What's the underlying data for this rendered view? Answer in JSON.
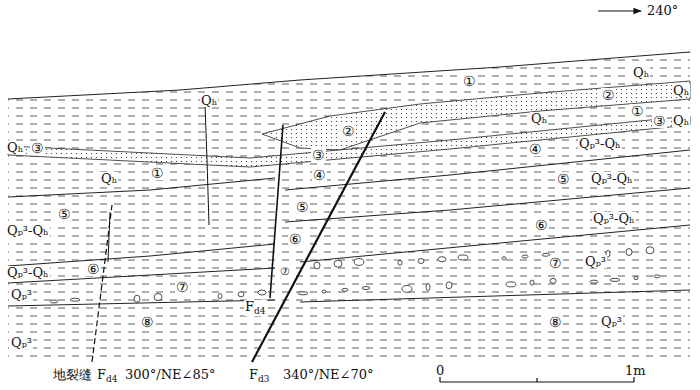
{
  "diagram": {
    "labels": [
      "240°",
      "①",
      "Qₕ",
      "Qₕ",
      "②",
      "②",
      "Qₕ",
      "Qₕ",
      "①",
      "③",
      "Qₕ",
      "Qₕ",
      "③",
      "③",
      "④",
      "④",
      "Qₚ³-Qₕ",
      "①",
      "Qₕ",
      "⑤",
      "Qₚ³-Qₕ",
      "⑤",
      "⑤",
      "Qₚ³-Qₕ",
      "⑥",
      "⑥",
      "Qₚ³-Qₕ",
      "⑥",
      "Qₚ³-Qₕ",
      "⑦",
      "⑦",
      "⑦",
      "Qₚ³",
      "Qₚ³",
      "⑧",
      "⑧",
      "Qₚ³",
      "Qₚ³",
      "Fd4",
      "地裂缝",
      "Fd4",
      "300°/NE∠85°",
      "Fd3",
      "340°/NE∠70°",
      "0",
      "1m"
    ]
  }
}
